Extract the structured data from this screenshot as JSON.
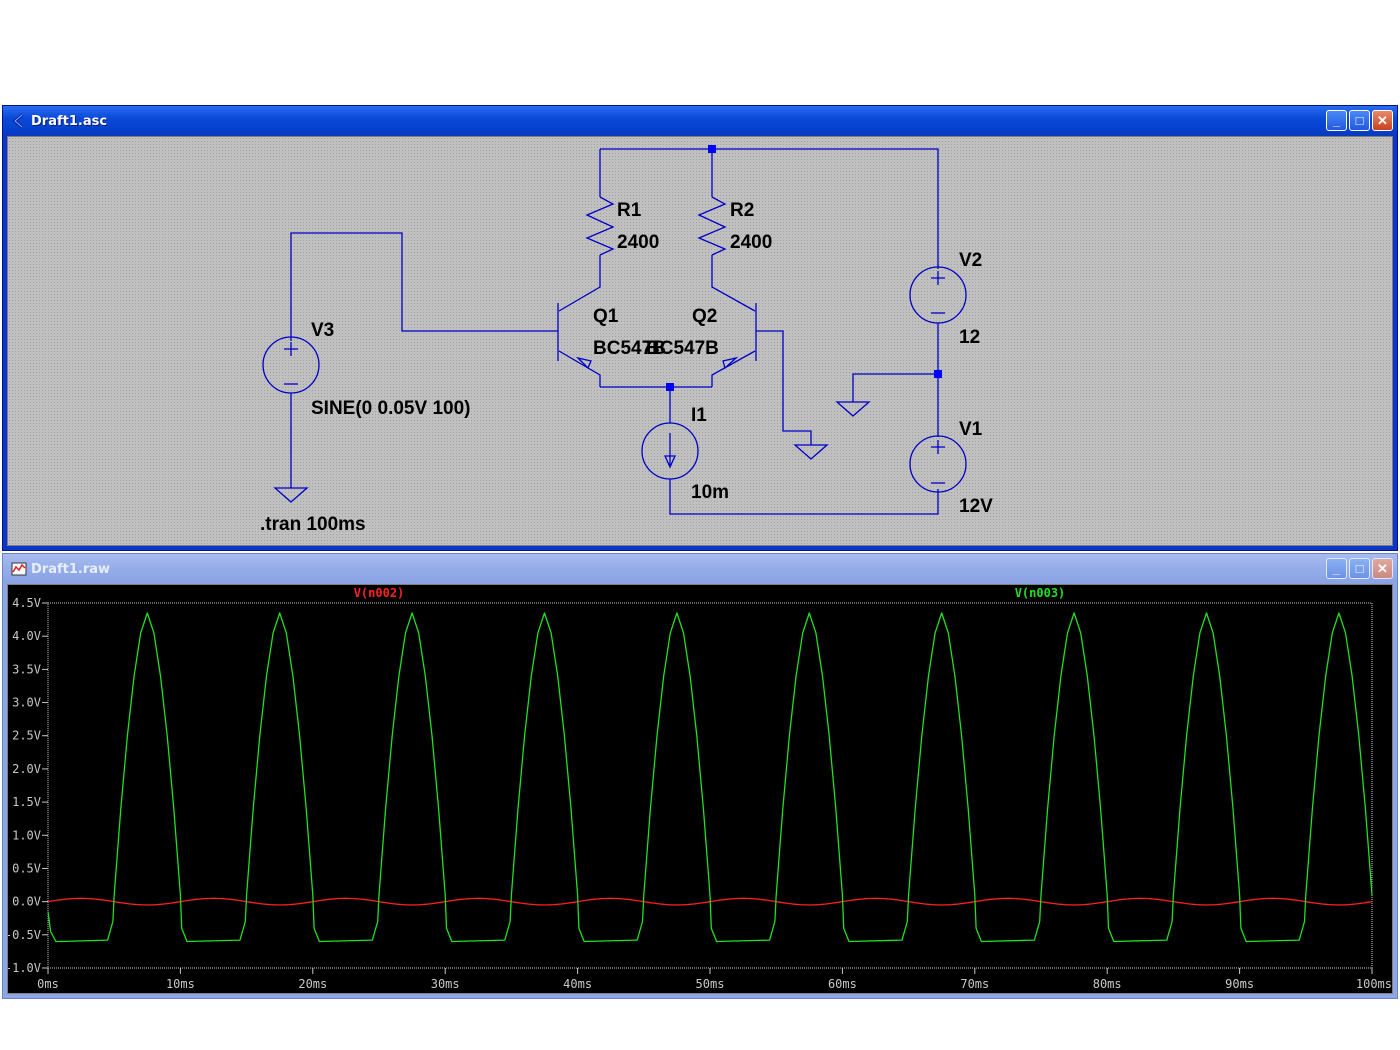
{
  "schematic_window": {
    "title": "Draft1.asc",
    "icon": "ltspice-schematic-icon",
    "buttons": {
      "minimize": "_",
      "maximize": "□",
      "close": "✕"
    },
    "components": {
      "R1": {
        "name": "R1",
        "value": "2400"
      },
      "R2": {
        "name": "R2",
        "value": "2400"
      },
      "Q1": {
        "name": "Q1",
        "model": "BC547B"
      },
      "Q2": {
        "name": "Q2",
        "model": "BC547B"
      },
      "V1": {
        "name": "V1",
        "value": "12V"
      },
      "V2": {
        "name": "V2",
        "value": "12"
      },
      "V3": {
        "name": "V3",
        "value": "SINE(0 0.05V 100)"
      },
      "I1": {
        "name": "I1",
        "value": "10m"
      }
    },
    "directive": ".tran 100ms",
    "colors": {
      "wire": "#0000c8",
      "junction": "#0000ff",
      "background": "#c0c0c0"
    }
  },
  "waveform_window": {
    "title": "Draft1.raw",
    "icon": "waveform-viewer-icon",
    "buttons": {
      "minimize": "_",
      "maximize": "□",
      "close": "✕"
    }
  },
  "chart_data": {
    "type": "line",
    "title": "",
    "xlabel": "",
    "ylabel": "",
    "xlim": [
      0,
      100
    ],
    "ylim": [
      -1.0,
      4.5
    ],
    "x_unit": "ms",
    "y_unit": "V",
    "x_ticks": [
      "0ms",
      "10ms",
      "20ms",
      "30ms",
      "40ms",
      "50ms",
      "60ms",
      "70ms",
      "80ms",
      "90ms",
      "100ms"
    ],
    "y_ticks": [
      "4.5V",
      "4.0V",
      "3.5V",
      "3.0V",
      "2.5V",
      "2.0V",
      "1.5V",
      "1.0V",
      "0.5V",
      "0.0V",
      "-0.5V",
      "-1.0V"
    ],
    "legend": "top",
    "grid": false,
    "series": [
      {
        "name": "V(n002)",
        "color": "#ff2020",
        "description": "sine, offset 0V, amplitude 0.05V, 100Hz",
        "x": [
          0,
          2.5,
          5,
          7.5,
          10,
          12.5,
          15,
          17.5,
          20,
          22.5,
          25,
          27.5,
          30,
          32.5,
          35,
          37.5,
          40,
          42.5,
          45,
          47.5,
          50,
          52.5,
          55,
          57.5,
          60,
          62.5,
          65,
          67.5,
          70,
          72.5,
          75,
          77.5,
          80,
          82.5,
          85,
          87.5,
          90,
          92.5,
          95,
          97.5,
          100
        ],
        "values": [
          0,
          0.05,
          0,
          -0.05,
          0,
          0.05,
          0,
          -0.05,
          0,
          0.05,
          0,
          -0.05,
          0,
          0.05,
          0,
          -0.05,
          0,
          0.05,
          0,
          -0.05,
          0,
          0.05,
          0,
          -0.05,
          0,
          0.05,
          0,
          -0.05,
          0,
          0.05,
          0,
          -0.05,
          0,
          0.05,
          0,
          -0.05,
          0,
          0.05,
          0,
          -0.05,
          0
        ]
      },
      {
        "name": "V(n003)",
        "color": "#20e020",
        "description": "clipped amplified output; low -0.6V, peaks ~4.35V at 7.5ms + n*10ms",
        "x": [
          0,
          0.2,
          0.6,
          1,
          4.5,
          4.9,
          5,
          5.5,
          6,
          6.5,
          7,
          7.5,
          8,
          8.5,
          9,
          9.5,
          10,
          10.1,
          10.5,
          14.5,
          14.9,
          15,
          15.5,
          16,
          16.5,
          17,
          17.5,
          18,
          18.5,
          19,
          19.5,
          20,
          20.1,
          20.5,
          24.5,
          24.9,
          25,
          25.5,
          26,
          26.5,
          27,
          27.5,
          28,
          28.5,
          29,
          29.5,
          30,
          30.1,
          30.5,
          34.5,
          34.9,
          35,
          35.5,
          36,
          36.5,
          37,
          37.5,
          38,
          38.5,
          39,
          39.5,
          40,
          40.1,
          40.5,
          44.5,
          44.9,
          45,
          45.5,
          46,
          46.5,
          47,
          47.5,
          48,
          48.5,
          49,
          49.5,
          50,
          50.1,
          50.5,
          54.5,
          54.9,
          55,
          55.5,
          56,
          56.5,
          57,
          57.5,
          58,
          58.5,
          59,
          59.5,
          60,
          60.1,
          60.5,
          64.5,
          64.9,
          65,
          65.5,
          66,
          66.5,
          67,
          67.5,
          68,
          68.5,
          69,
          69.5,
          70,
          70.1,
          70.5,
          74.5,
          74.9,
          75,
          75.5,
          76,
          76.5,
          77,
          77.5,
          78,
          78.5,
          79,
          79.5,
          80,
          80.1,
          80.5,
          84.5,
          84.9,
          85,
          85.5,
          86,
          86.5,
          87,
          87.5,
          88,
          88.5,
          89,
          89.5,
          90,
          90.1,
          90.5,
          94.5,
          94.9,
          95,
          95.5,
          96,
          96.5,
          97,
          97.5,
          98,
          98.5,
          99,
          99.5,
          100
        ],
        "values": [
          -0.15,
          -0.45,
          -0.6,
          -0.6,
          -0.58,
          -0.3,
          0.1,
          1.4,
          2.5,
          3.4,
          4.05,
          4.35,
          4.05,
          3.4,
          2.5,
          1.4,
          0.1,
          -0.4,
          -0.6,
          -0.58,
          -0.3,
          0.1,
          1.4,
          2.5,
          3.4,
          4.05,
          4.35,
          4.05,
          3.4,
          2.5,
          1.4,
          0.1,
          -0.4,
          -0.6,
          -0.58,
          -0.3,
          0.1,
          1.4,
          2.5,
          3.4,
          4.05,
          4.35,
          4.05,
          3.4,
          2.5,
          1.4,
          0.1,
          -0.4,
          -0.6,
          -0.58,
          -0.3,
          0.1,
          1.4,
          2.5,
          3.4,
          4.05,
          4.35,
          4.05,
          3.4,
          2.5,
          1.4,
          0.1,
          -0.4,
          -0.6,
          -0.58,
          -0.3,
          0.1,
          1.4,
          2.5,
          3.4,
          4.05,
          4.35,
          4.05,
          3.4,
          2.5,
          1.4,
          0.1,
          -0.4,
          -0.6,
          -0.58,
          -0.3,
          0.1,
          1.4,
          2.5,
          3.4,
          4.05,
          4.35,
          4.05,
          3.4,
          2.5,
          1.4,
          0.1,
          -0.4,
          -0.6,
          -0.58,
          -0.3,
          0.1,
          1.4,
          2.5,
          3.4,
          4.05,
          4.35,
          4.05,
          3.4,
          2.5,
          1.4,
          0.1,
          -0.4,
          -0.6,
          -0.58,
          -0.3,
          0.1,
          1.4,
          2.5,
          3.4,
          4.05,
          4.35,
          4.05,
          3.4,
          2.5,
          1.4,
          0.1,
          -0.4,
          -0.6,
          -0.58,
          -0.3,
          0.1,
          1.4,
          2.5,
          3.4,
          4.05,
          4.35,
          4.05,
          3.4,
          2.5,
          1.4,
          0.1,
          -0.4,
          -0.6,
          -0.58,
          -0.3,
          0.1,
          1.4,
          2.5,
          3.4,
          4.05,
          4.35,
          4.05,
          3.4,
          2.5,
          1.4,
          0.1
        ]
      }
    ]
  }
}
